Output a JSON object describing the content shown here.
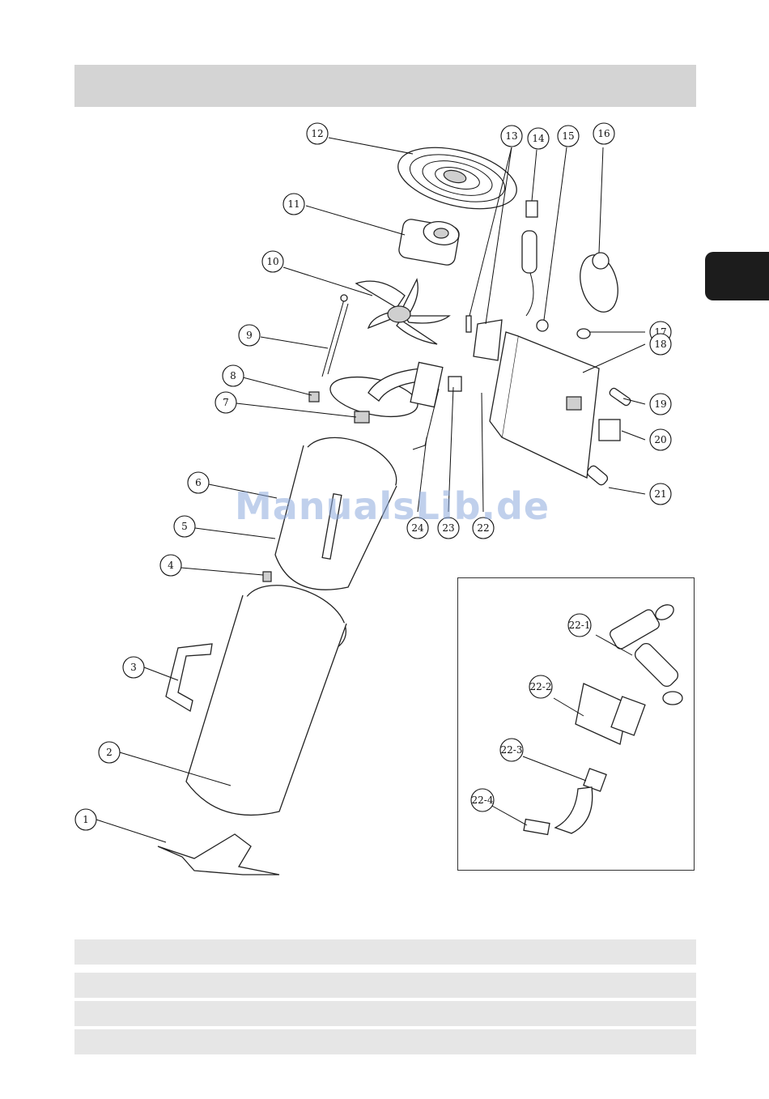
{
  "watermark": "ManualsLib.de",
  "callouts": [
    "1",
    "2",
    "3",
    "4",
    "5",
    "6",
    "7",
    "8",
    "9",
    "10",
    "11",
    "12",
    "13",
    "14",
    "15",
    "16",
    "17",
    "18",
    "19",
    "20",
    "21",
    "22",
    "23",
    "24"
  ],
  "inset_callouts": [
    "22-1",
    "22-2",
    "22-3",
    "22-4"
  ]
}
